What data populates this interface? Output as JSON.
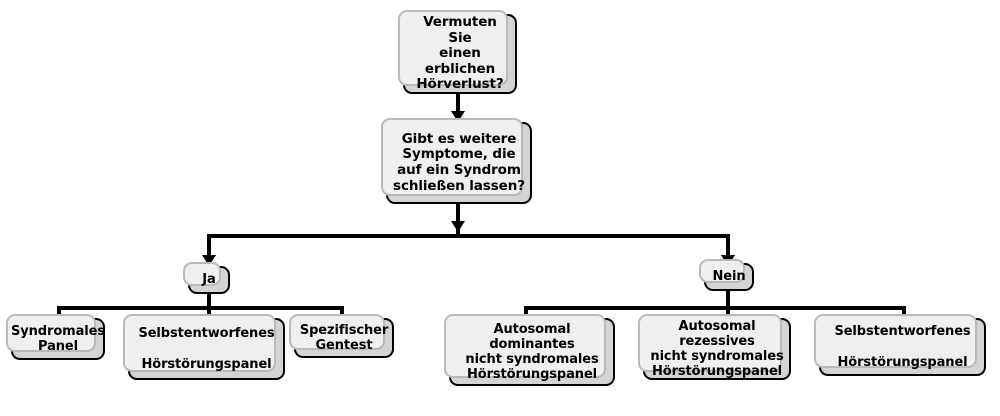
{
  "diagram": {
    "title": "Entscheidungsbaum genetische Diagnostik Hörverlust",
    "language": "de",
    "colors": {
      "node_fill": "#d4d4d4",
      "node_border": "#000000",
      "shadow_fill": "#efefef",
      "shadow_border": "#b9b9b9",
      "connector": "#000000",
      "background": "#ffffff"
    },
    "nodes": {
      "q1": "Vermuten Sie\neinen\nerblichen\nHörverlust?",
      "q2": "Gibt es weitere\nSymptome, die\nauf ein Syndrom\nschließen lassen?",
      "yes": "Ja",
      "no": "Nein",
      "yes_children": [
        "Syndromales\nPanel",
        "Selbstentworfenes\n\nHörstörungspanel",
        "Spezifischer\nGentest"
      ],
      "no_children": [
        "Autosomal dominantes\nnicht syndromales\nHörstörungspanel",
        "Autosomal rezessives\nnicht syndromales\nHörstörungspanel",
        "Selbstentworfenes\n\nHörstörungspanel"
      ]
    }
  }
}
